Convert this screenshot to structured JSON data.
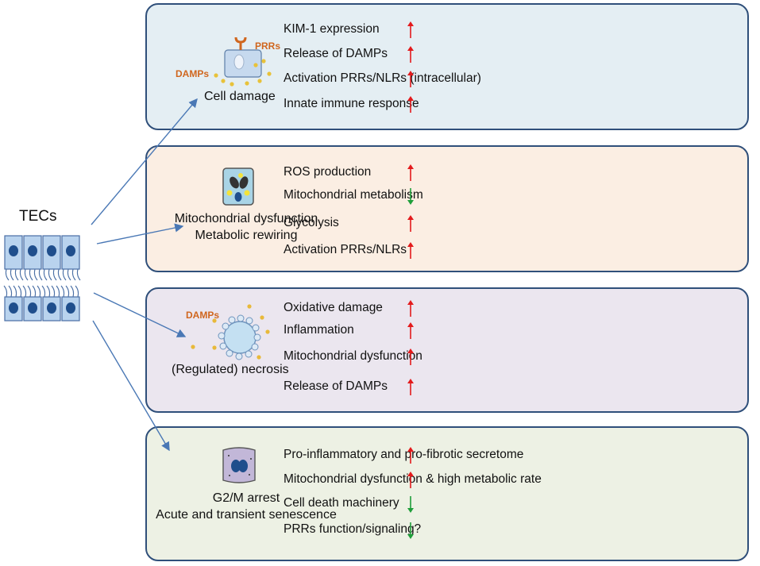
{
  "tecs_label": "TECs",
  "colors": {
    "up_arrow": "#e31a1c",
    "down_arrow": "#1e9e3a",
    "panel_border": "#2f4f7a",
    "connector": "#4a78b5",
    "damp_label": "#d0661e",
    "panel_fills": [
      "#e4eef3",
      "#fbeee3",
      "#ebe6ef",
      "#edf1e4"
    ]
  },
  "panels": [
    {
      "caption": [
        "Cell damage"
      ],
      "icon": "damaged-cell-icon",
      "tags": {
        "damps": "DAMPs",
        "prrs": "PRRs"
      },
      "items": [
        {
          "text": "KIM-1 expression",
          "dir": "up"
        },
        {
          "text": "Release of DAMPs",
          "dir": "up"
        },
        {
          "text": "Activation PRRs/NLRs (intracellular)",
          "dir": "up"
        },
        {
          "text": "Innate immune response",
          "dir": "up"
        }
      ]
    },
    {
      "caption": [
        "Mitochondrial dysfunction",
        "Metabolic rewiring"
      ],
      "icon": "mitochondria-cell-icon",
      "items": [
        {
          "text": "ROS production",
          "dir": "up"
        },
        {
          "text": "Mitochondrial metabolism",
          "dir": "down"
        },
        {
          "text": "Glycolysis",
          "dir": "up"
        },
        {
          "text": "Activation PRRs/NLRs",
          "dir": "up"
        }
      ]
    },
    {
      "caption": [
        "(Regulated) necrosis"
      ],
      "icon": "necrotic-cell-icon",
      "tags": {
        "damps": "DAMPs"
      },
      "items": [
        {
          "text": "Oxidative damage",
          "dir": "up"
        },
        {
          "text": "Inflammation",
          "dir": "up"
        },
        {
          "text": "Mitochondrial dysfunction",
          "dir": "up"
        },
        {
          "text": "Release of DAMPs",
          "dir": "up"
        }
      ]
    },
    {
      "caption": [
        "G2/M arrest",
        "Acute and transient senescence"
      ],
      "icon": "senescent-cell-icon",
      "items": [
        {
          "text": "Pro-inflammatory and pro-fibrotic secretome",
          "dir": "up"
        },
        {
          "text": "Mitochondrial dysfunction & high metabolic rate",
          "dir": "up"
        },
        {
          "text": "Cell death machinery",
          "dir": "down"
        },
        {
          "text": "PRRs function/signaling?",
          "dir": "down"
        }
      ]
    }
  ]
}
